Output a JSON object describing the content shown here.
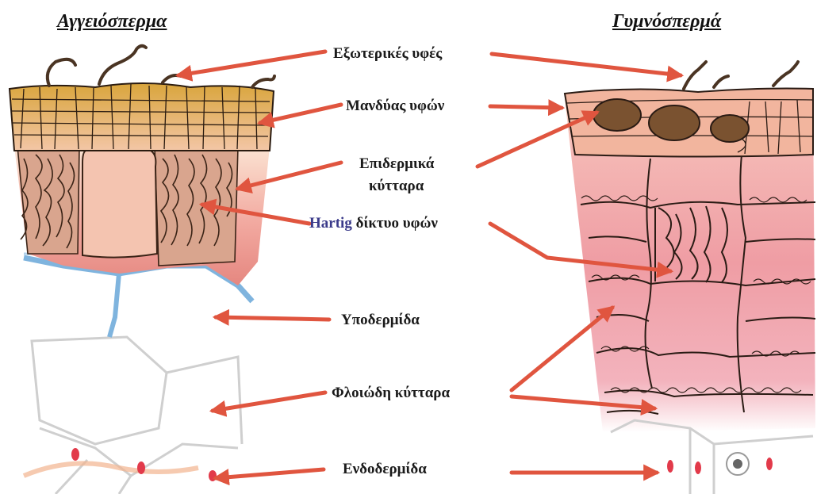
{
  "titles": {
    "left": "Αγγειόσπερμα",
    "right": "Γυμνόσπερμά"
  },
  "labels": {
    "external_hyphae": "Εξωτερικές υφές",
    "hyphal_mantle": "Μανδύας υφών",
    "epidermal_cells_line1": "Επιδερμικά",
    "epidermal_cells_line2": "κύτταρα",
    "hartig_prefix": "Hartig",
    "hartig_rest": " δίκτυο υφών",
    "hypodermis": "Υποδερμίδα",
    "cortical_cells": "Φλοιώδη κύτταρα",
    "endodermis": "Ενδοδερμίδα"
  },
  "colors": {
    "arrow": "#e0553f",
    "mantle_angio": "#c8962e",
    "mantle_gymno": "#e9a08e",
    "tannin": "#7a5230",
    "epidermis_pink": "#f0a4a0",
    "cortex_pink": "#f4b4ba",
    "hypodermis_blue": "#7fb4de",
    "hartig_label_accent": "#3a3a8a",
    "endodermis_spot": "#e23a4a"
  }
}
